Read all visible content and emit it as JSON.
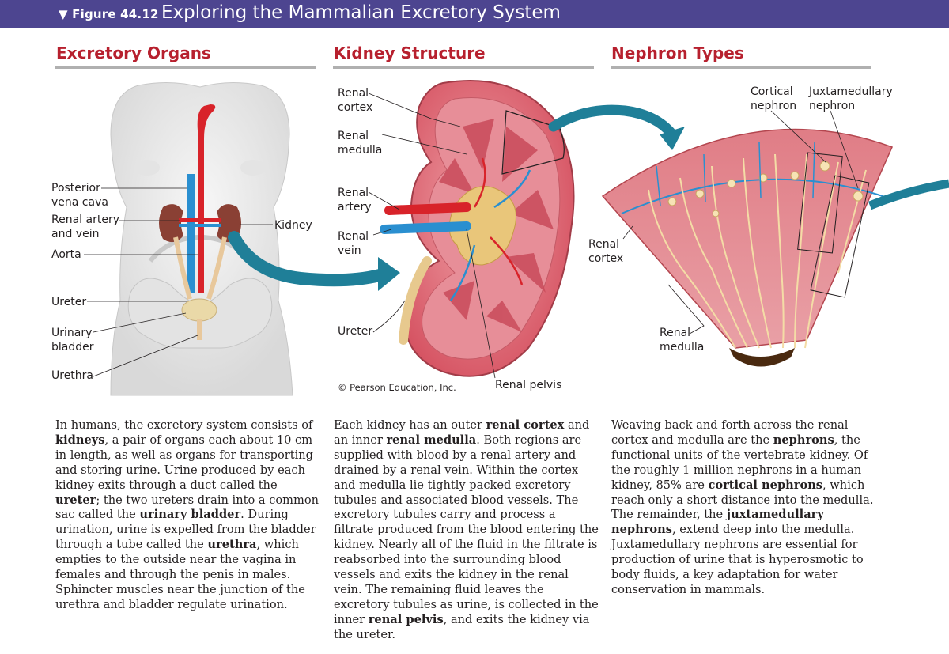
{
  "header": {
    "figure_label": "▼ Figure 44.12",
    "title": "Exploring the Mammalian Excretory System"
  },
  "sections": [
    {
      "heading": "Excretory Organs",
      "labels": {
        "posterior_vena_cava_1": "Posterior",
        "posterior_vena_cava_2": "vena cava",
        "renal_artery_vein_1": "Renal artery",
        "renal_artery_vein_2": "and vein",
        "aorta": "Aorta",
        "kidney": "Kidney",
        "ureter": "Ureter",
        "urinary_bladder_1": "Urinary",
        "urinary_bladder_2": "bladder",
        "urethra": "Urethra"
      },
      "paragraph": [
        {
          "t": "In humans, the excretory system consists of "
        },
        {
          "t": "kidneys",
          "b": true
        },
        {
          "t": ", a pair of organs each about 10 cm in length, as well as organs for transporting and storing urine. Urine produced by each kidney exits through a duct called the "
        },
        {
          "t": "ureter",
          "b": true
        },
        {
          "t": "; the two ureters drain into a common sac called the "
        },
        {
          "t": "urinary bladder",
          "b": true
        },
        {
          "t": ". During urination, urine is expelled from the bladder through a tube called the "
        },
        {
          "t": "urethra",
          "b": true
        },
        {
          "t": ", which empties to the outside near the vagina in females and through the penis in males. Sphincter muscles near the junction of the urethra and bladder regulate urination."
        }
      ]
    },
    {
      "heading": "Kidney Structure",
      "labels": {
        "renal_cortex_1": "Renal",
        "renal_cortex_2": "cortex",
        "renal_medulla_1": "Renal",
        "renal_medulla_2": "medulla",
        "renal_artery_1": "Renal",
        "renal_artery_2": "artery",
        "renal_vein_1": "Renal",
        "renal_vein_2": "vein",
        "ureter": "Ureter",
        "renal_pelvis": "Renal pelvis",
        "credit": "© Pearson Education, Inc."
      },
      "paragraph": [
        {
          "t": "Each kidney has an outer "
        },
        {
          "t": "renal cortex",
          "b": true
        },
        {
          "t": " and an inner "
        },
        {
          "t": "renal medulla",
          "b": true
        },
        {
          "t": ". Both regions are supplied with blood by a renal artery and drained by a renal vein. Within the cortex and medulla lie tightly packed excretory tubules and associated blood vessels. The excretory tubules carry and process a filtrate produced from the blood entering the kidney. Nearly all of the fluid in the filtrate is reabsorbed into the surrounding blood vessels and exits the kidney in the renal vein. The remaining fluid leaves the excretory tubules as urine, is collected in the inner "
        },
        {
          "t": "renal pelvis",
          "b": true
        },
        {
          "t": ", and exits the kidney via the ureter."
        }
      ]
    },
    {
      "heading": "Nephron Types",
      "labels": {
        "cortical_nephron_1": "Cortical",
        "cortical_nephron_2": "nephron",
        "juxtamedullary_nephron_1": "Juxtamedullary",
        "juxtamedullary_nephron_2": "nephron",
        "renal_cortex_1": "Renal",
        "renal_cortex_2": "cortex",
        "renal_medulla_1": "Renal",
        "renal_medulla_2": "medulla"
      },
      "paragraph": [
        {
          "t": "Weaving back and forth across the renal cortex and medulla are the "
        },
        {
          "t": "nephrons",
          "b": true
        },
        {
          "t": ", the functional units of the vertebrate kidney. Of the roughly 1 million nephrons in a human kidney, 85% are "
        },
        {
          "t": "cortical nephrons",
          "b": true
        },
        {
          "t": ", which reach only a short distance into the medulla. The remainder, the "
        },
        {
          "t": "juxtamedullary nephrons",
          "b": true
        },
        {
          "t": ", extend deep into the medulla. Juxtamedullary nephrons are essential for production of urine that is hyperosmotic to body fluids, a key adaptation for water conservation in mammals."
        }
      ]
    }
  ],
  "colors": {
    "header_bg": "#4d4590",
    "heading_red": "#b7202e",
    "rule_gray": "#b0b0b0",
    "arrow_teal": "#1f7f98",
    "artery_red": "#d8232a",
    "vein_blue": "#2a8fd0",
    "kidney_pink": "#e56b78",
    "tubule_cream": "#f4dca6"
  }
}
